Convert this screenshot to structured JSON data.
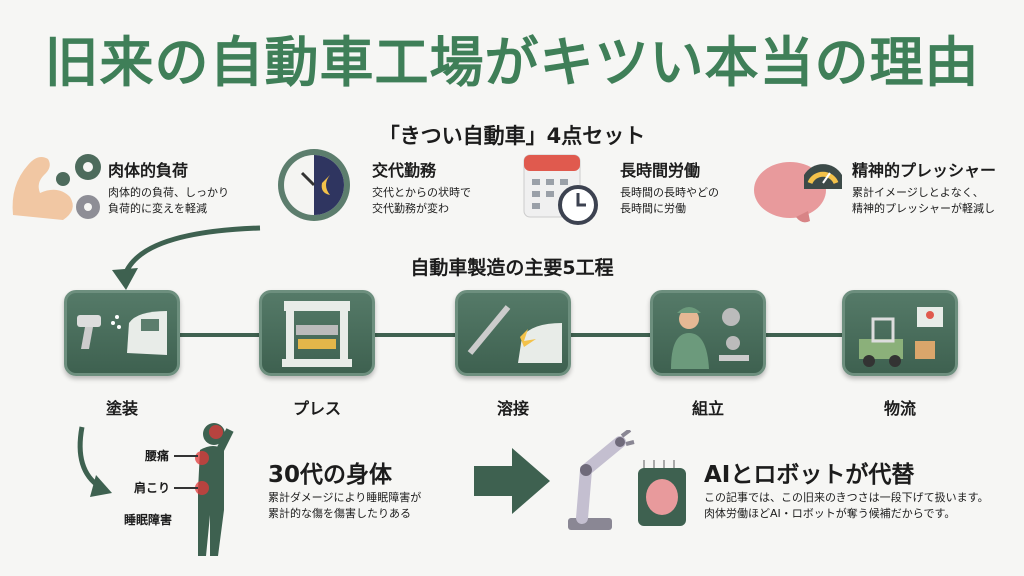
{
  "title": "旧来の自動車工場がキツい本当の理由",
  "set_title": "「きつい自動車」4点セット",
  "hardships": [
    {
      "icon": "muscle-gear-icon",
      "title": "肉体的負荷",
      "lines": [
        "肉体的の負荷、しっかり",
        "負荷的に変えを軽減"
      ]
    },
    {
      "icon": "clock-shift-icon",
      "title": "交代勤務",
      "lines": [
        "交代とからの状時で",
        "交代勤務が変わ"
      ]
    },
    {
      "icon": "calendar-clock-icon",
      "title": "長時間労働",
      "lines": [
        "長時間の長時やどの",
        "長時間に労働"
      ]
    },
    {
      "icon": "brain-gauge-icon",
      "title": "精神的プレッシャー",
      "lines": [
        "累計イメージしとよなく、",
        "精神的プレッシャーが軽減し"
      ]
    }
  ],
  "process_title": "自動車製造の主要5工程",
  "processes": [
    {
      "icon": "spray-gun-icon",
      "label": "塗装"
    },
    {
      "icon": "press-machine-icon",
      "label": "プレス"
    },
    {
      "icon": "welding-icon",
      "label": "溶接"
    },
    {
      "icon": "assembly-worker-icon",
      "label": "組立"
    },
    {
      "icon": "forklift-icon",
      "label": "物流"
    }
  ],
  "body": {
    "labels": [
      "腰痛",
      "肩こり",
      "睡眠障害"
    ],
    "title": "30代の身体",
    "lines": [
      "累計ダメージにより睡眠障害が",
      "累計的な傷を傷害したりある"
    ]
  },
  "ai": {
    "title": "AIとロボットが代替",
    "lines": [
      "この記事では、この旧来のきつさは一段下げて扱います。",
      "肉体労働ほどAI・ロボットが奪う候補だからです。"
    ]
  },
  "colors": {
    "title": "#3f7f58",
    "box": "#3e6150",
    "pain": "#e03a3a"
  }
}
